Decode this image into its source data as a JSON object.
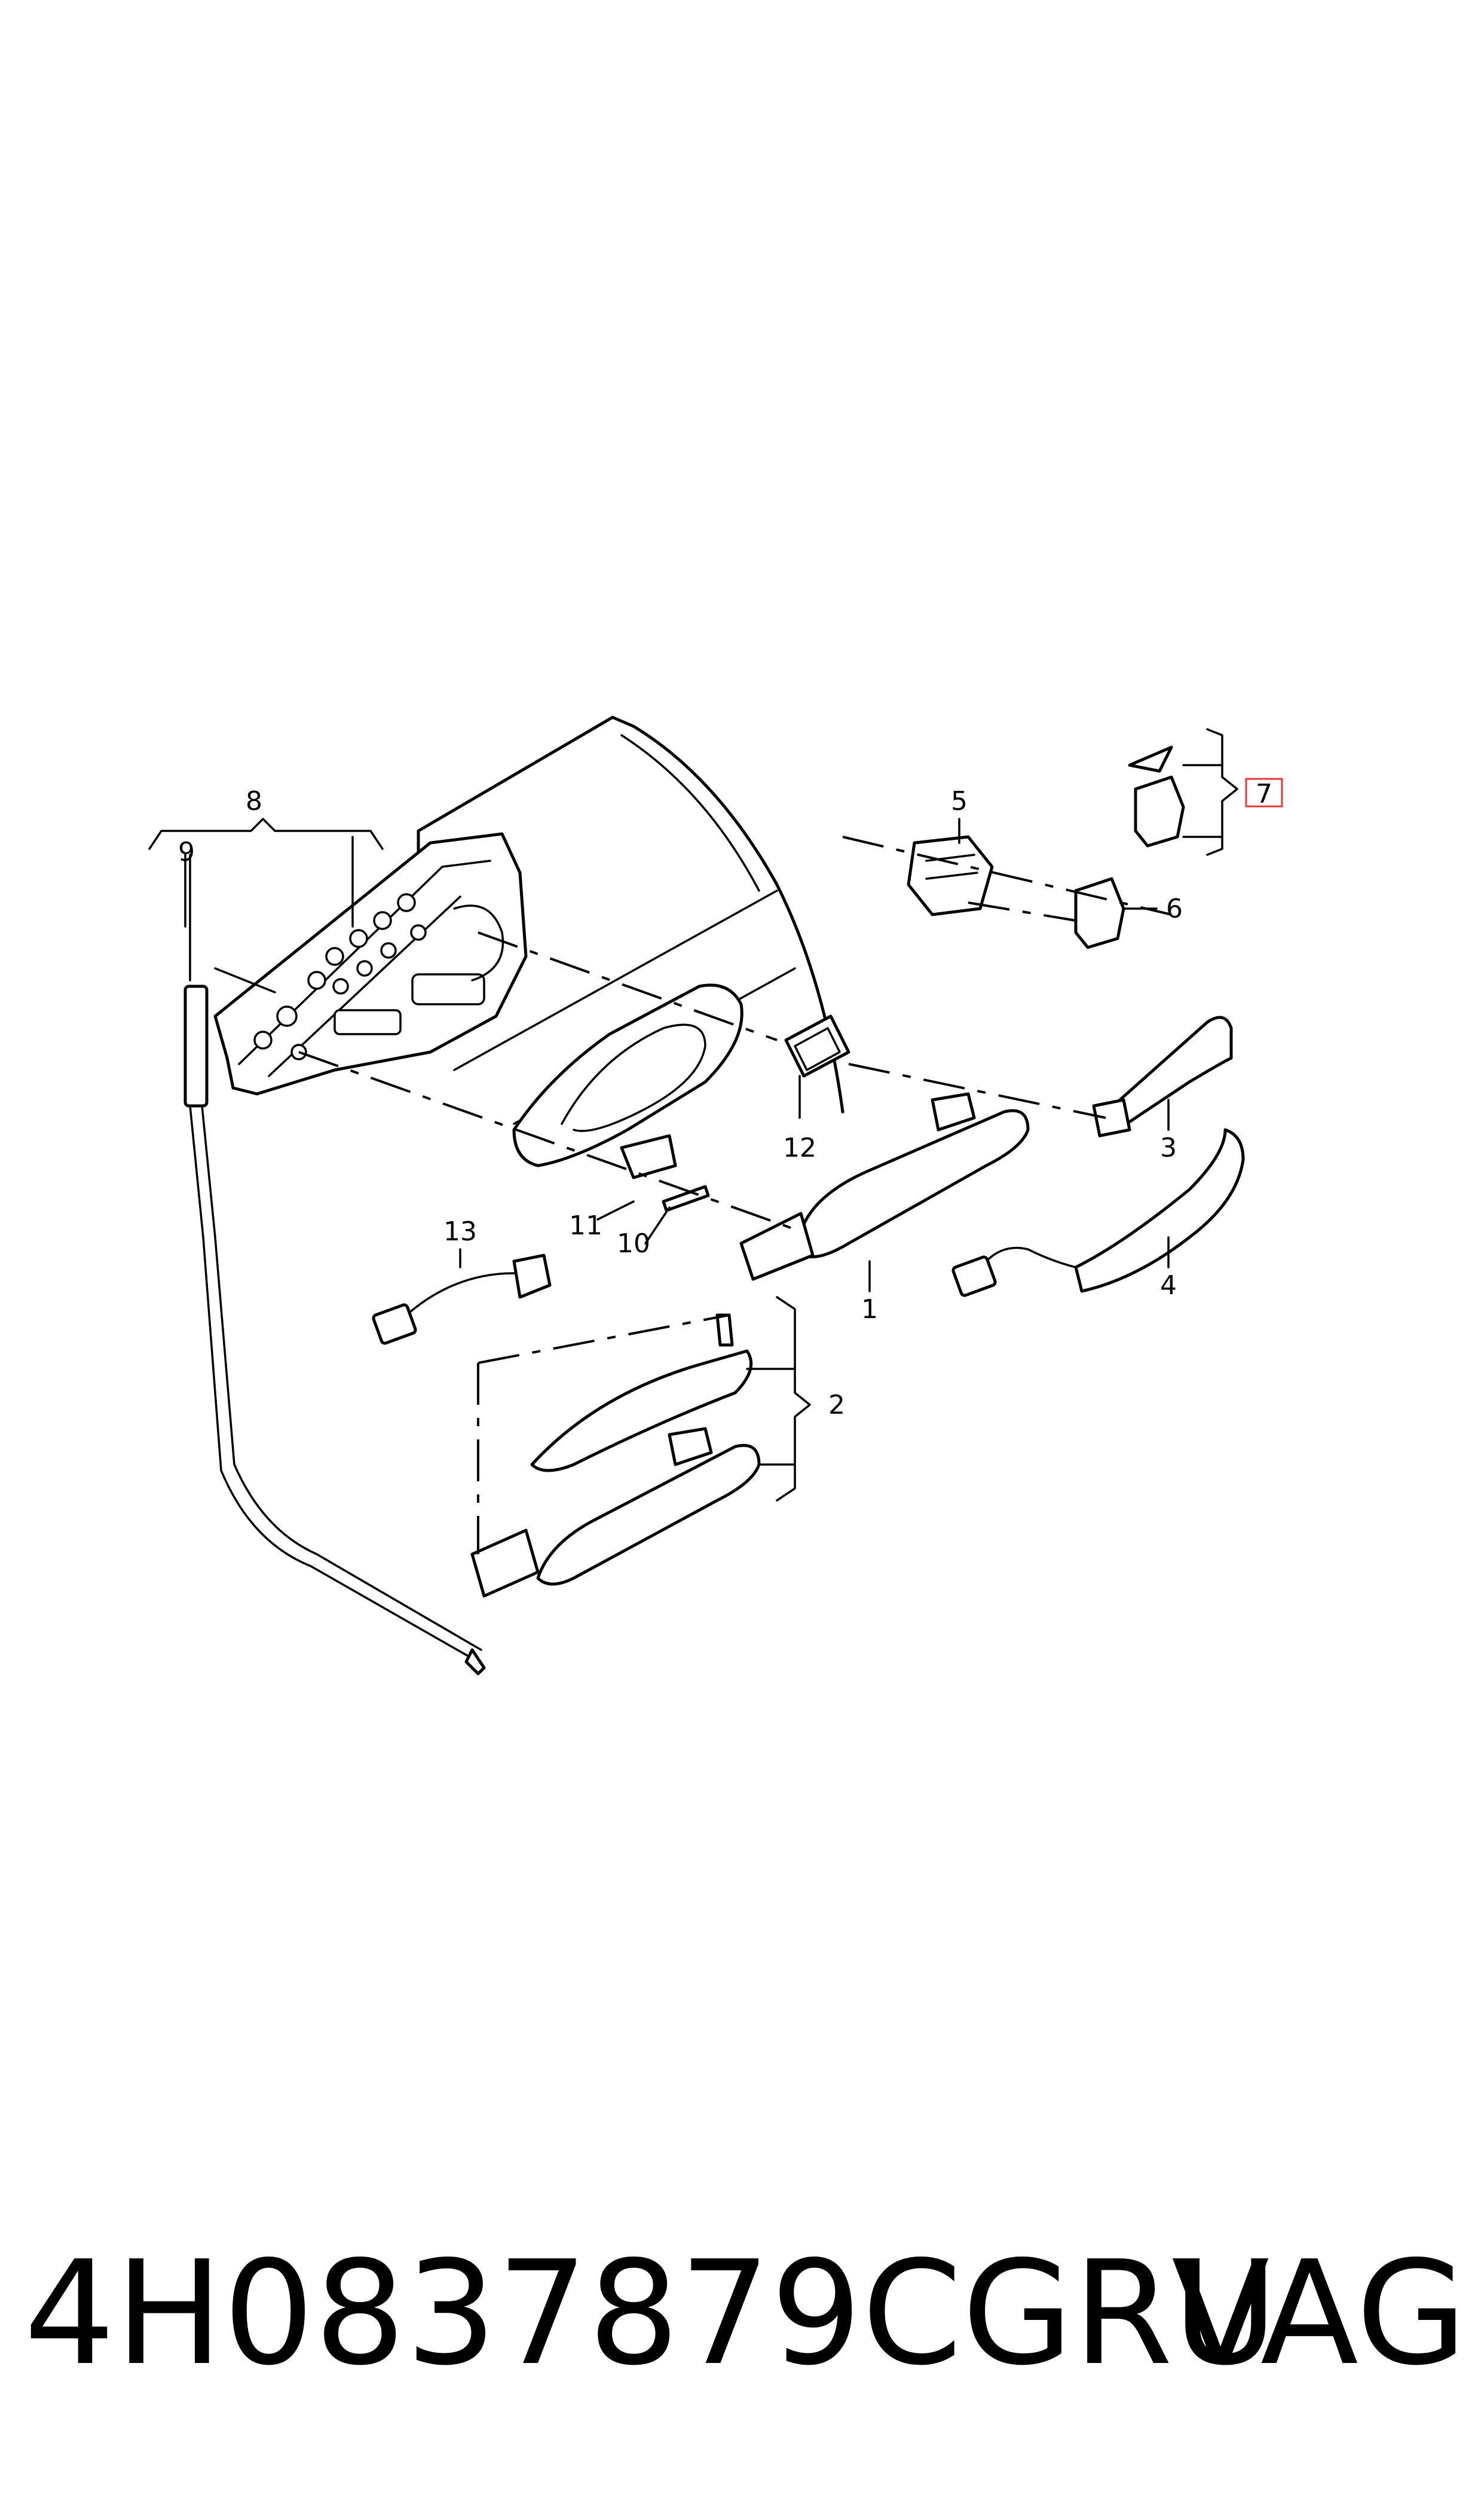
{
  "callouts": {
    "c1": "1",
    "c2": "2",
    "c3": "3",
    "c4": "4",
    "c5": "5",
    "c6": "6",
    "c7": "7",
    "c8": "8",
    "c9": "9",
    "c10": "10",
    "c11": "11",
    "c12": "12",
    "c13": "13"
  },
  "highlight_color": "#e53935",
  "footer": {
    "part_number": "4H0837879CGRU",
    "brand": "VAG"
  }
}
